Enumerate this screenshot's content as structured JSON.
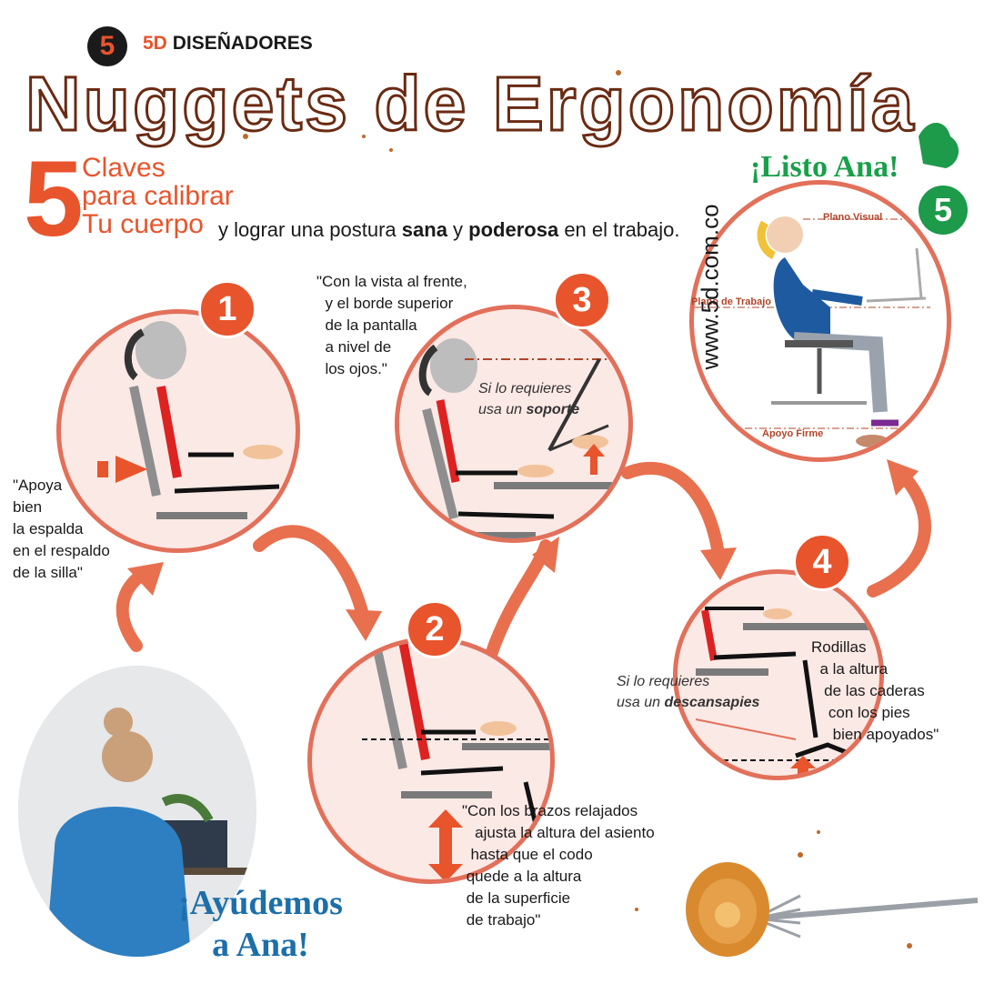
{
  "brand": {
    "badge": "5",
    "name_prefix": "5D",
    "name_rest": " DISEÑADORES"
  },
  "title": "Nuggets de Ergonomía",
  "subtitle": {
    "number": "5",
    "line1": "Claves",
    "line2": "para calibrar",
    "line3": "Tu cuerpo",
    "rest_1": " y lograr una postura ",
    "bold_1": "sana",
    "rest_2": " y ",
    "bold_2": "poderosa",
    "rest_3": " en el trabajo."
  },
  "steps": [
    {
      "number": "1",
      "quote": "\"Apoya\nbien\nla espalda\nen el respaldo\nde la silla\""
    },
    {
      "number": "2",
      "quote": "\"Con los brazos relajados\n   ajusta la altura del asiento\n  hasta que el codo\n quede a la altura\n de la superficie\n de trabajo\""
    },
    {
      "number": "3",
      "quote": "\"Con la vista al frente,\n  y el borde superior\n  de la pantalla\n  a nivel de\n  los ojos.\"",
      "note_pre": "Si lo requieres\nusa un ",
      "note_bold": "soporte"
    },
    {
      "number": "4",
      "quote": "Rodillas\n  a la altura\n   de las caderas\n    con los pies\n     bien apoyados\"",
      "note_pre": "Si lo requieres\nusa un ",
      "note_bold": "descansapies"
    },
    {
      "number": "5",
      "labels": {
        "visual": "Plano Visual",
        "work": "Plano de Trabajo",
        "floor": "Apoyo Firme"
      }
    }
  ],
  "final": {
    "listo": "¡Listo Ana!",
    "url": "www.5d.com.co"
  },
  "cta": "¡Ayúdemos\na Ana!",
  "colors": {
    "accent": "#e8542c",
    "ring": "#e2705a",
    "green": "#1d9a4a",
    "blue": "#1c6fa8"
  }
}
